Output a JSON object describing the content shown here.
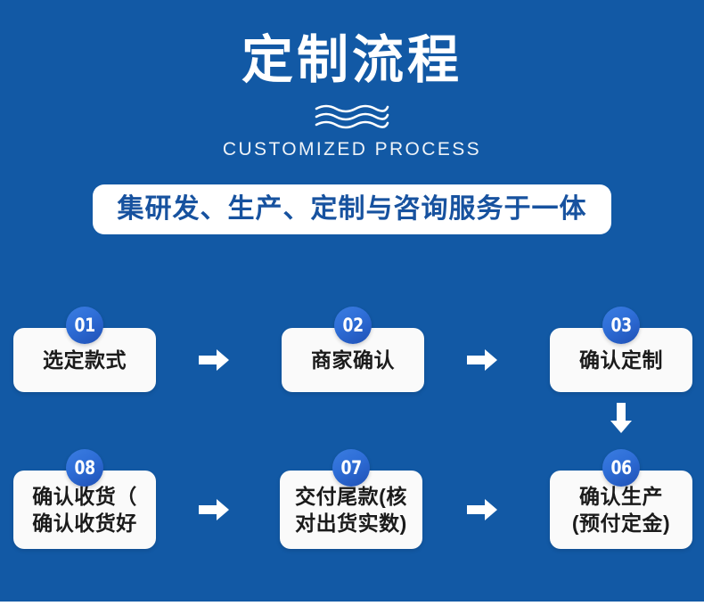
{
  "theme": {
    "background": "#1259a5",
    "box_fill": "#fafafa",
    "badge_blue": "#2f6fd8",
    "banner_text_color": "#17529f",
    "white": "#ffffff"
  },
  "header": {
    "title": "定制流程",
    "subtitle": "CUSTOMIZED PROCESS",
    "divider_icon": "wave-divider-icon"
  },
  "banner": {
    "text": "集研发、生产、定制与咨询服务于一体"
  },
  "flow": {
    "rows": [
      {
        "steps": [
          {
            "number": "01",
            "label": "选定款式"
          },
          {
            "number": "02",
            "label": "商家确认"
          },
          {
            "number": "03",
            "label": "确认定制"
          }
        ]
      },
      {
        "steps": [
          {
            "number": "08",
            "label": "确认收货（\n确认收货好"
          },
          {
            "number": "07",
            "label": "交付尾款(核\n对出货实数)"
          },
          {
            "number": "06",
            "label": "确认生产\n(预付定金)"
          }
        ]
      }
    ],
    "connectors": [
      {
        "icon": "arrow-right-icon",
        "from": "01",
        "to": "02"
      },
      {
        "icon": "arrow-right-icon",
        "from": "02",
        "to": "03"
      },
      {
        "icon": "arrow-down-icon",
        "from": "03",
        "to": "06"
      },
      {
        "icon": "arrow-left-icon",
        "from": "06",
        "to": "07"
      },
      {
        "icon": "arrow-left-icon",
        "from": "07",
        "to": "08"
      }
    ]
  }
}
